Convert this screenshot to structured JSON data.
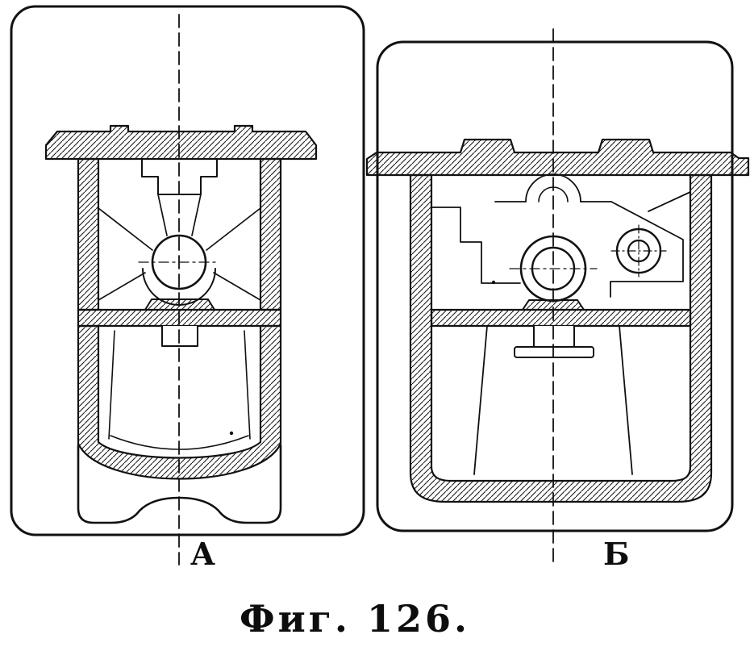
{
  "figure": {
    "caption": "Фиг. 126.",
    "views": [
      {
        "label": "А"
      },
      {
        "label": "Б"
      }
    ]
  },
  "style": {
    "line_color": "#111111",
    "background_color": "#ffffff"
  }
}
